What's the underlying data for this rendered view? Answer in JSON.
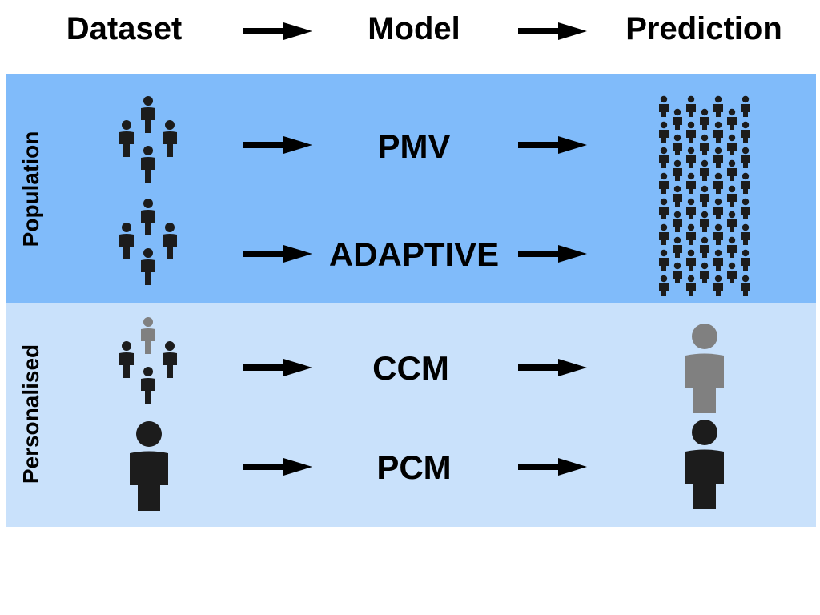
{
  "header": {
    "dataset_label": "Dataset",
    "model_label": "Model",
    "prediction_label": "Prediction"
  },
  "bands": {
    "population": {
      "label": "Population",
      "color": "#80bbfa",
      "models": [
        "PMV",
        "ADAPTIVE"
      ]
    },
    "personalised": {
      "label": "Personalised",
      "color": "#c9e1fb",
      "models": [
        "CCM",
        "PCM"
      ]
    }
  },
  "colors": {
    "person_dark": "#1c1c1c",
    "person_grey": "#808080",
    "arrow": "#000000"
  },
  "icons": [
    "person-group-icon",
    "person-icon",
    "crowd-icon",
    "right-arrow-icon"
  ]
}
